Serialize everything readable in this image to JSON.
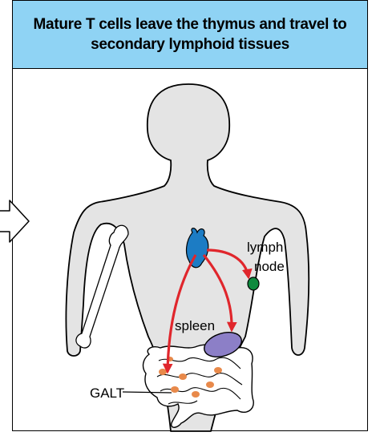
{
  "header": {
    "title": "Mature T cells leave the thymus and travel to secondary lymphoid tissues"
  },
  "labels": {
    "lymph": "lymph",
    "node": "node",
    "spleen": "spleen",
    "galt": "GALT"
  },
  "icons": {
    "continuation_arrow": "arrow-right-outline-icon"
  },
  "colors": {
    "header_bg": "#8fd3f4",
    "body": "#e4e4e4",
    "thymus": "#1c7cc4",
    "lymph_node": "#0e8a3e",
    "spleen": "#8c7fc7",
    "galt_patches": "#e8894a",
    "arrow": "#e0262c"
  }
}
